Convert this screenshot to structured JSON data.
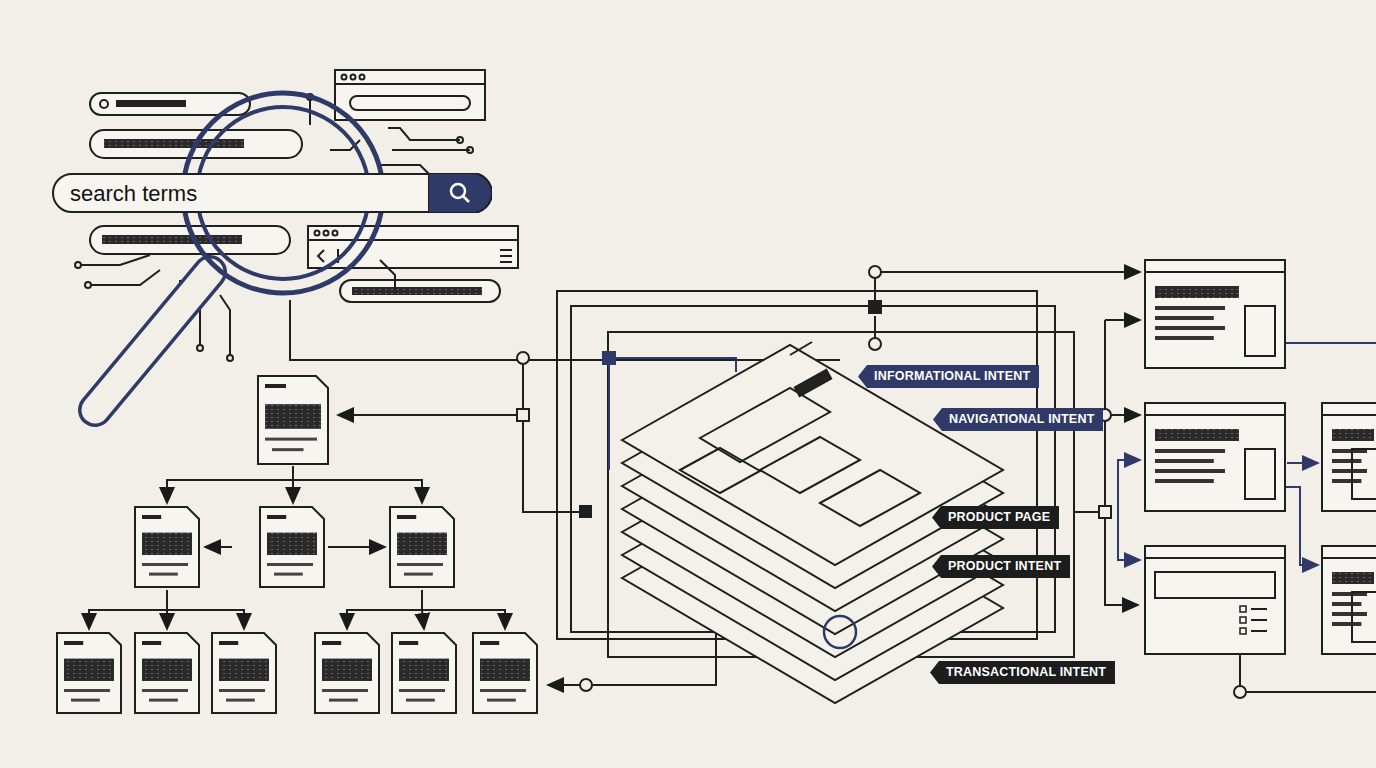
{
  "diagram": {
    "nodes": [
      {
        "text": [
          "search terms"
        ]
      },
      {
        "text": [
          "INFORMATIONAL INTENT"
        ]
      },
      {
        "text": [
          "NAVIGATIONAL INTENT"
        ]
      },
      {
        "text": [
          "PRODUCT PAGE"
        ]
      },
      {
        "text": [
          "PRODUCT INTENT"
        ]
      },
      {
        "text": [
          "TRANSACTIONAL INTENT"
        ]
      }
    ]
  }
}
